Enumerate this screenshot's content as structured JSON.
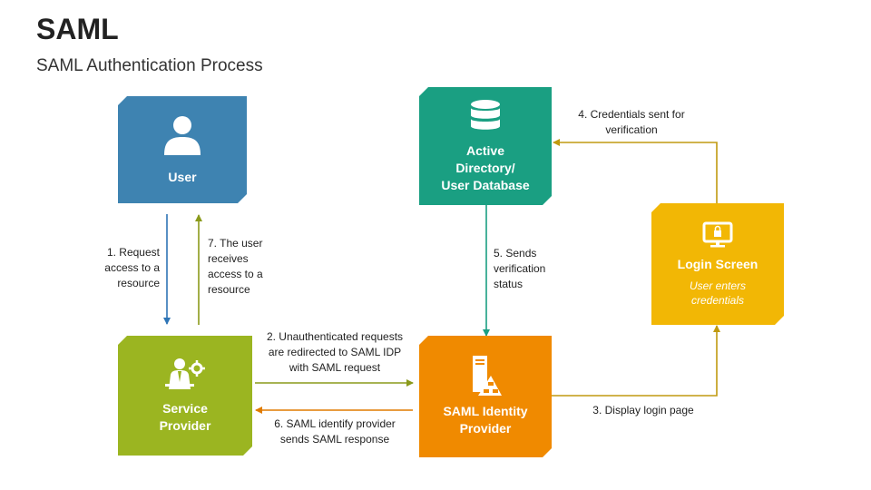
{
  "header": {
    "title": "SAML",
    "subtitle": "SAML Authentication Process"
  },
  "nodes": {
    "user": {
      "name": "User",
      "color": "#3E83B1",
      "icon": "user-icon"
    },
    "active_directory": {
      "name_lines": [
        "Active",
        "Directory/",
        "User Database"
      ],
      "color": "#1A9F82",
      "icon": "database-icon"
    },
    "login_screen": {
      "name": "Login Screen",
      "sub_lines": [
        "User enters",
        "credentials"
      ],
      "color": "#F2B705",
      "icon": "monitor-lock-icon"
    },
    "service_provider": {
      "name_lines": [
        "Service",
        "Provider"
      ],
      "color": "#9BB521",
      "icon": "presenter-gear-icon"
    },
    "identity_provider": {
      "name_lines": [
        "SAML Identity",
        "Provider"
      ],
      "color": "#F08A00",
      "icon": "server-network-icon"
    }
  },
  "steps": [
    {
      "id": 1,
      "lines": [
        "1. Request",
        "access to a",
        "resource"
      ]
    },
    {
      "id": 2,
      "lines": [
        "2. Unauthenticated requests",
        "are redirected to SAML IDP",
        "with SAML request"
      ]
    },
    {
      "id": 3,
      "lines": [
        "3. Display login page"
      ]
    },
    {
      "id": 4,
      "lines": [
        "4. Credentials sent for",
        "verification"
      ]
    },
    {
      "id": 5,
      "lines": [
        "5. Sends",
        "verification",
        "status"
      ]
    },
    {
      "id": 6,
      "lines": [
        "6. SAML identify provider",
        "sends SAML response"
      ]
    },
    {
      "id": 7,
      "lines": [
        "7. The user",
        "receives",
        "access to a",
        "resource"
      ]
    }
  ],
  "colors": {
    "arrow_blue": "#2E75B6",
    "arrow_green": "#8A9A1B",
    "arrow_gold": "#C09A10",
    "arrow_teal": "#1A9F82",
    "arrow_orange": "#E07B00"
  }
}
